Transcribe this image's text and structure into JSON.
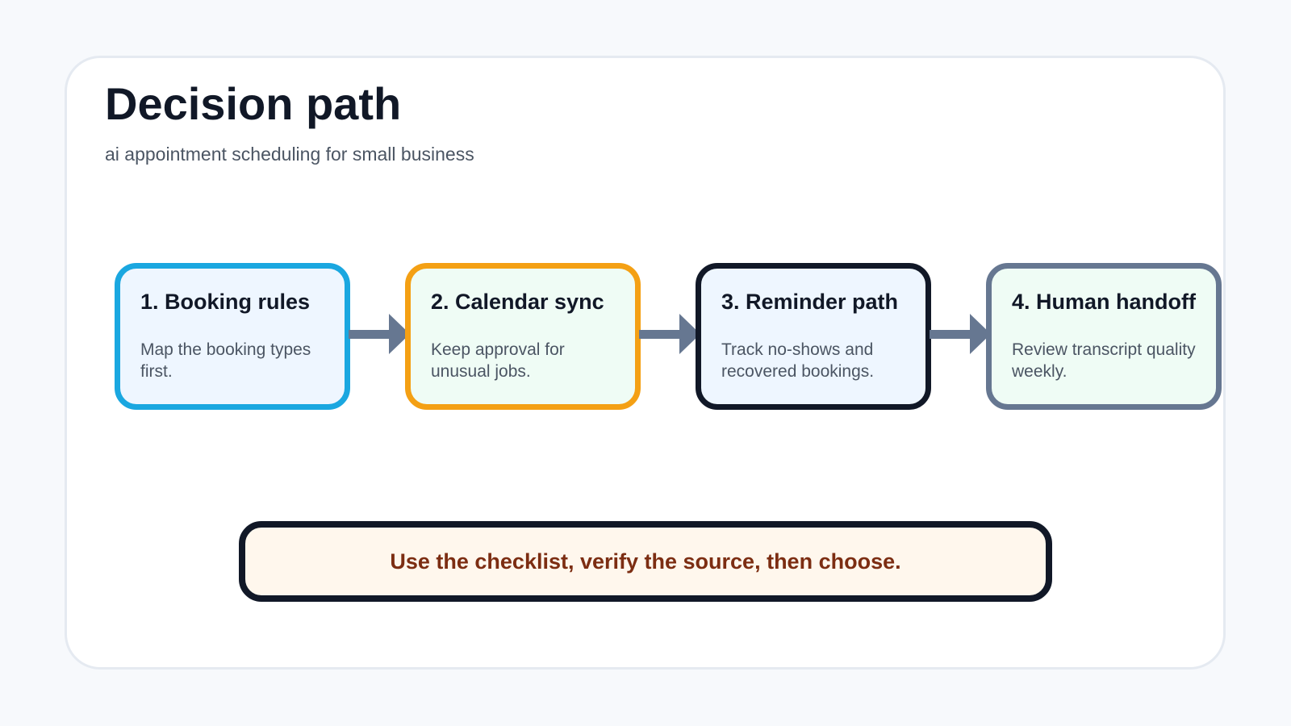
{
  "title": "Decision path",
  "subtitle": "ai appointment scheduling for small business",
  "steps": [
    {
      "title": "1. Booking rules",
      "description": "Map the booking types first.",
      "border_color": "#1aa7e0",
      "fill_color": "#eef6ff"
    },
    {
      "title": "2. Calendar sync",
      "description": "Keep approval for unusual jobs.",
      "border_color": "#f4a014",
      "fill_color": "#effcf5"
    },
    {
      "title": "3. Reminder path",
      "description": "Track no-shows and recovered bookings.",
      "border_color": "#111827",
      "fill_color": "#eef6ff"
    },
    {
      "title": "4. Human handoff",
      "description": "Review transcript quality weekly.",
      "border_color": "#667791",
      "fill_color": "#effcf5"
    }
  ],
  "arrow_color": "#667791",
  "callout": {
    "text": "Use the checklist, verify the source, then choose."
  }
}
